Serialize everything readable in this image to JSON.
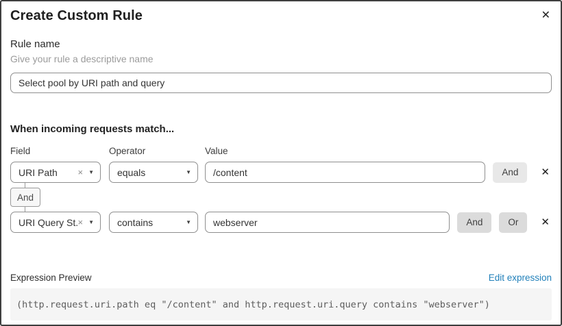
{
  "dialog": {
    "title": "Create Custom Rule"
  },
  "icons": {
    "close": "✕",
    "remove": "✕",
    "clear": "×",
    "caret": "▼"
  },
  "rule_name": {
    "label": "Rule name",
    "helper": "Give your rule a descriptive name",
    "value": "Select pool by URI path and query"
  },
  "match": {
    "heading": "When incoming requests match...",
    "columns": {
      "field": "Field",
      "operator": "Operator",
      "value": "Value"
    },
    "connector_label": "And",
    "rows": [
      {
        "field": "URI Path",
        "operator": "equals",
        "value": "/content",
        "and_label": "And"
      },
      {
        "field": "URI Query St...",
        "operator": "contains",
        "value": "webserver",
        "and_label": "And",
        "or_label": "Or"
      }
    ]
  },
  "expression": {
    "label": "Expression Preview",
    "edit_link": "Edit expression",
    "code": "(http.request.uri.path eq \"/content\" and http.request.uri.query contains \"webserver\")"
  },
  "colors": {
    "link_blue": "#2180ba",
    "code_background": "#f5f5f5",
    "button_gray": "#dbdbdb",
    "border_gray": "#8e8e8e"
  }
}
